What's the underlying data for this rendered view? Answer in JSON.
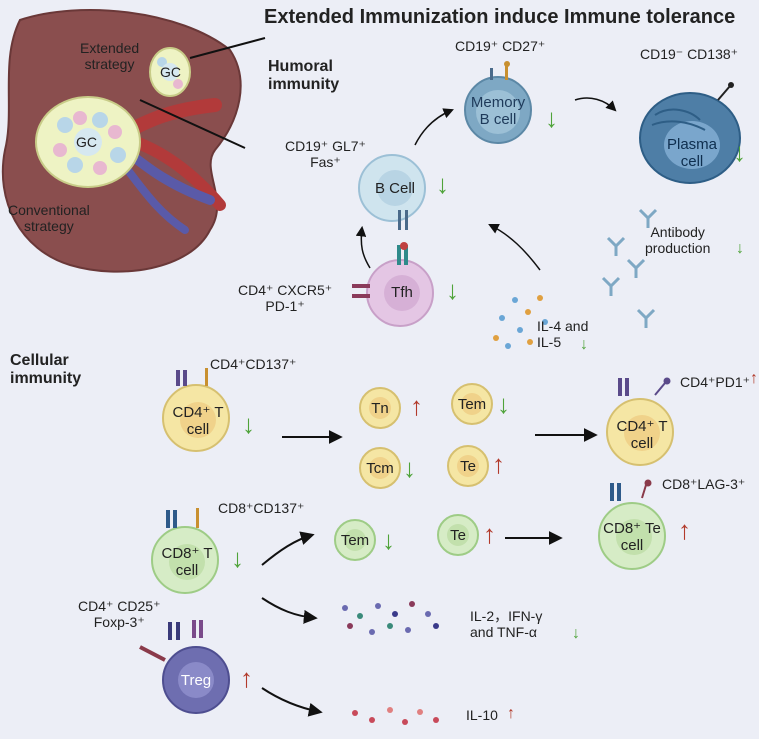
{
  "title": "Extended Immunization induce Immune tolerance",
  "colors": {
    "up": "#b23a2b",
    "down": "#4fa33a",
    "background": "#eceef6",
    "lymph_node": "#8a4e4e"
  },
  "lymph_node": {
    "extended_label": "Extended\nstrategy",
    "conventional_label": "Conventional\nstrategy",
    "gc_small": "GC",
    "gc_large": "GC"
  },
  "humoral": {
    "heading": "Humoral\nimmunity",
    "memory_marker": "CD19⁺ CD27⁺",
    "memory_cell": "Memory\nB cell",
    "plasma_marker": "CD19⁻ CD138⁺",
    "plasma_cell": "Plasma\ncell",
    "bcell_marker": "CD19⁺ GL7⁺\nFas⁺",
    "bcell": "B Cell",
    "tfh_marker": "CD4⁺ CXCR5⁺\nPD-1⁺",
    "tfh": "Tfh",
    "antibody": "Antibody\nproduction",
    "il4": "IL-4 and\nIL-5",
    "arrows": {
      "memory": "↓",
      "plasma": "↓",
      "bcell": "↓",
      "tfh": "↓",
      "antibody": "↓",
      "il4": "↓"
    }
  },
  "cellular": {
    "heading": "Cellular\nimmunity",
    "cd4_marker": "CD4⁺CD137⁺",
    "cd4_cell": "CD4⁺ T\ncell",
    "tn": "Tn",
    "tem": "Tem",
    "tcm": "Tcm",
    "te": "Te",
    "cd4pd1_marker": "CD4⁺PD1⁺",
    "cd4pd1_cell": "CD4⁺ T\ncell",
    "cd8_marker": "CD8⁺CD137⁺",
    "cd8_cell": "CD8⁺ T\ncell",
    "tem8": "Tem",
    "te8": "Te",
    "cd8lag_marker": "CD8⁺LAG-3⁺",
    "cd8te_cell": "CD8⁺ Te\ncell",
    "cytokines": "IL-2，IFN-γ\nand TNF-α",
    "treg_marker": "CD4⁺ CD25⁺\nFoxp-3⁺",
    "treg": "Treg",
    "il10": "IL-10",
    "arrows": {
      "cd4": "↓",
      "tn": "↑",
      "tem": "↓",
      "tcm": "↓",
      "te": "↑",
      "cd4pd1": "↑",
      "cd8": "↓",
      "tem8": "↓",
      "te8": "↑",
      "cd8te": "↑",
      "cytokines": "↓",
      "treg": "↑",
      "il10": "↑"
    }
  }
}
